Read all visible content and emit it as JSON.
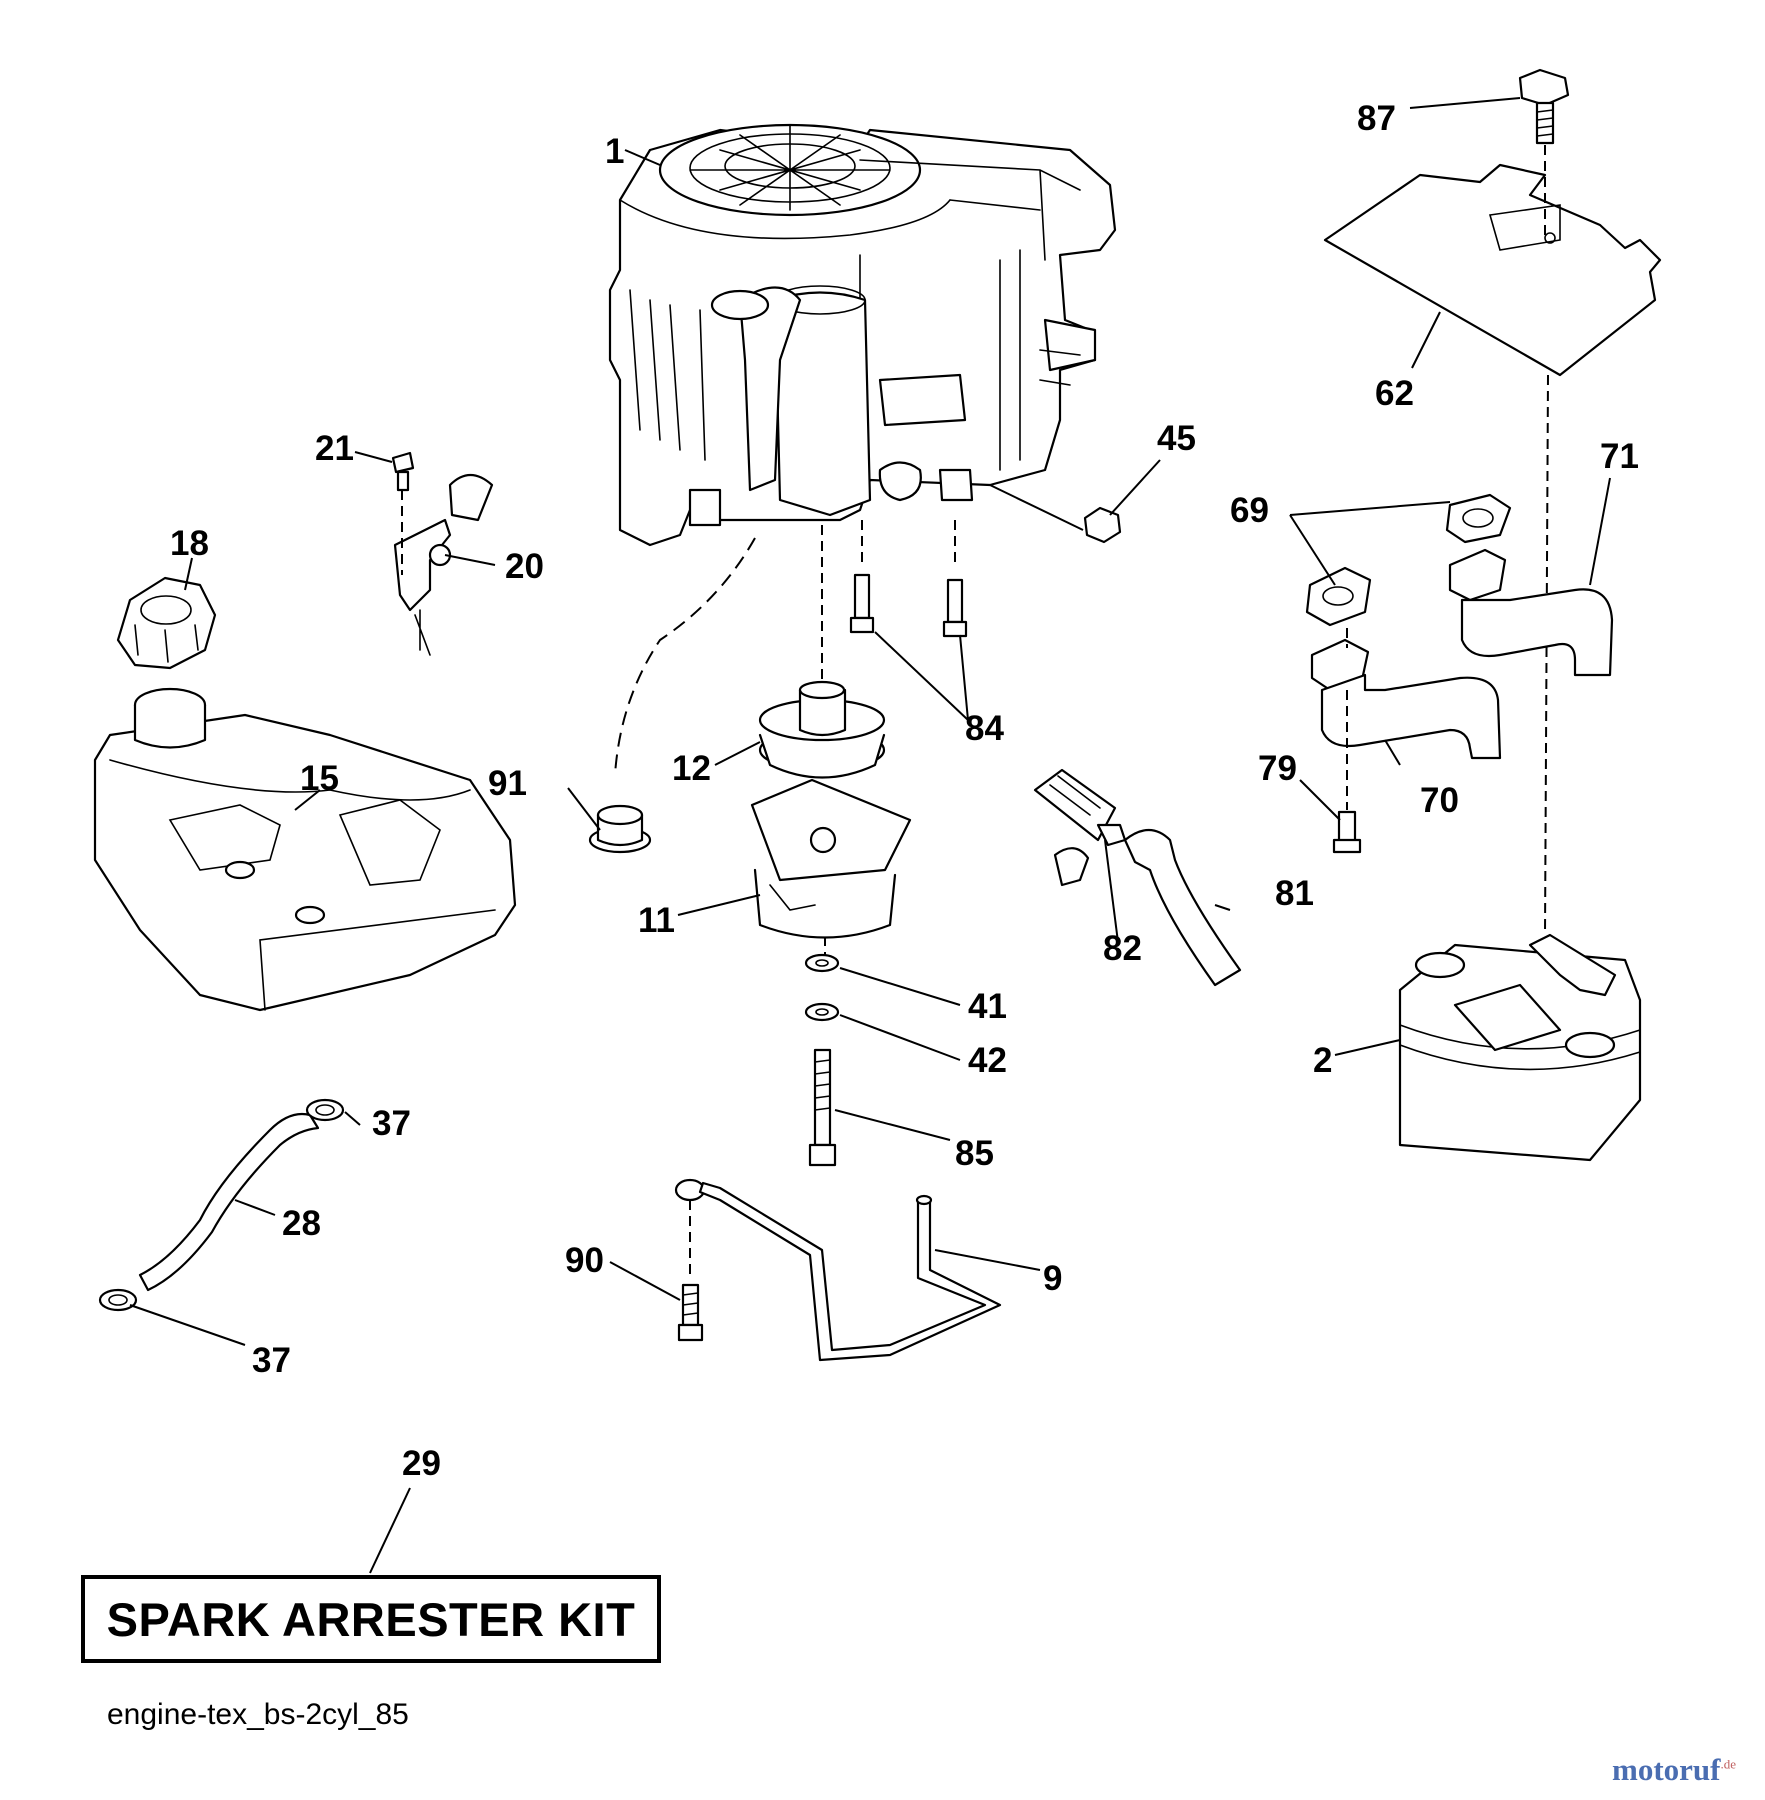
{
  "diagram": {
    "kit_label": "SPARK ARRESTER KIT",
    "file_reference": "engine-tex_bs-2cyl_85",
    "watermark": {
      "name": "motoruf",
      "suffix": ".de"
    },
    "callouts": {
      "p1": "1",
      "p2": "2",
      "p9": "9",
      "p11": "11",
      "p12": "12",
      "p15": "15",
      "p18": "18",
      "p20": "20",
      "p21": "21",
      "p28": "28",
      "p29": "29",
      "p37a": "37",
      "p37b": "37",
      "p41": "41",
      "p42": "42",
      "p45": "45",
      "p62": "62",
      "p69": "69",
      "p70": "70",
      "p71": "71",
      "p79": "79",
      "p81": "81",
      "p82": "82",
      "p84": "84",
      "p85": "85",
      "p87": "87",
      "p90": "90",
      "p91": "91"
    }
  }
}
